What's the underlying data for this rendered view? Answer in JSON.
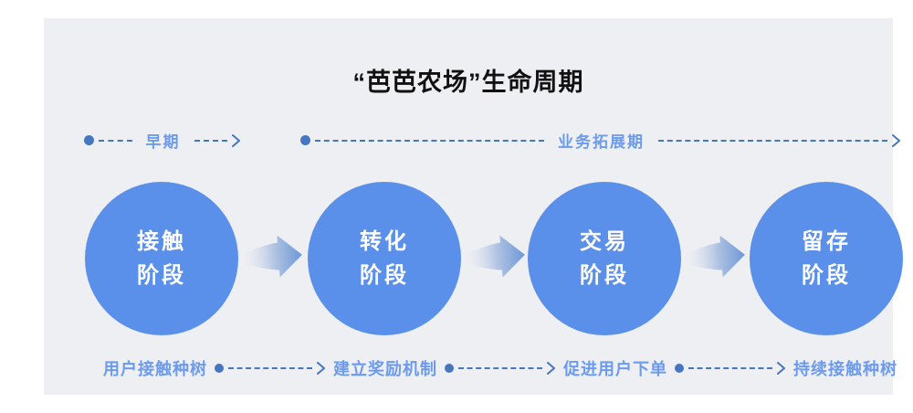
{
  "title": "“芭芭农场”生命周期",
  "colors": {
    "panel_bg": "#EEEFF3",
    "circle_blue": "#5B90EA",
    "label_blue": "#6C9BEE",
    "connector_blue": "#4776C1",
    "title_color": "#111111",
    "arrow_gradient_end": "#6E97D6"
  },
  "timeline": {
    "phases": [
      {
        "label": "早期"
      },
      {
        "label": "业务拓展期"
      }
    ]
  },
  "stages": [
    {
      "line1": "接触",
      "line2": "阶段"
    },
    {
      "line1": "转化",
      "line2": "阶段"
    },
    {
      "line1": "交易",
      "line2": "阶段"
    },
    {
      "line1": "留存",
      "line2": "阶段"
    }
  ],
  "actions": [
    {
      "label": "用户接触种树"
    },
    {
      "label": "建立奖励机制"
    },
    {
      "label": "促进用户下单"
    },
    {
      "label": "持续接触种树"
    }
  ]
}
